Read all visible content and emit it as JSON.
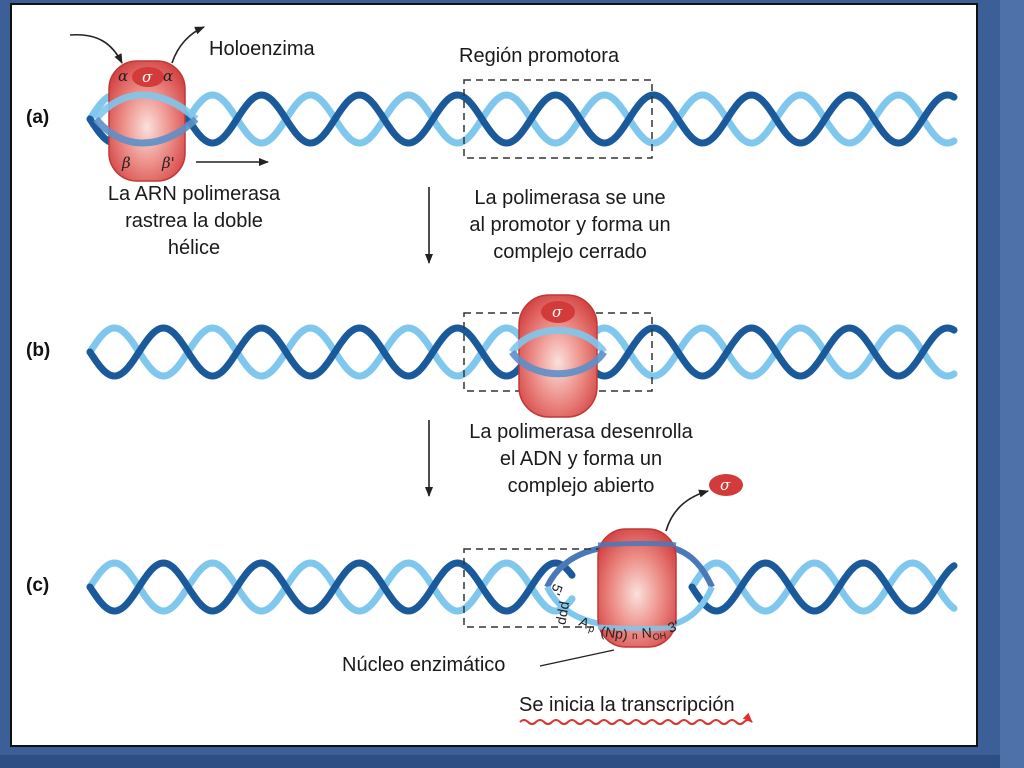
{
  "panels": {
    "a": "(a)",
    "b": "(b)",
    "c": "(c)"
  },
  "labels": {
    "holoenzyme": "Holoenzima",
    "promoter_region": "Región promotora",
    "scan_lines": [
      "La ARN polimerasa",
      "rastrea la doble",
      "hélice"
    ],
    "closed_complex_lines": [
      "La polimerasa se une",
      "al promotor y forma un",
      "complejo cerrado"
    ],
    "open_complex_lines": [
      "La polimerasa desenrolla",
      "el ADN y forma un",
      "complejo abierto"
    ],
    "core_enzyme": "Núcleo enzimático",
    "transcription_start": "Se inicia la transcripción"
  },
  "subunits": {
    "alpha": "α",
    "sigma": "σ",
    "beta": "β",
    "beta_prime": "β'"
  },
  "rna_strand": {
    "five_prime": "5'",
    "triphosphate": "ppp",
    "nucleotide_chain": "A",
    "nucleotide_sub": "p",
    "repeat": "(Np)",
    "repeat_sub": "n",
    "end": "N",
    "end_sub": "OH",
    "three_prime": "3'"
  },
  "colors": {
    "strand_dark": "#1b5a9a",
    "strand_light": "#7fc7ec",
    "polymerase": "#e05050",
    "rna": "#e03030",
    "slide_background": "#3d5f97"
  }
}
